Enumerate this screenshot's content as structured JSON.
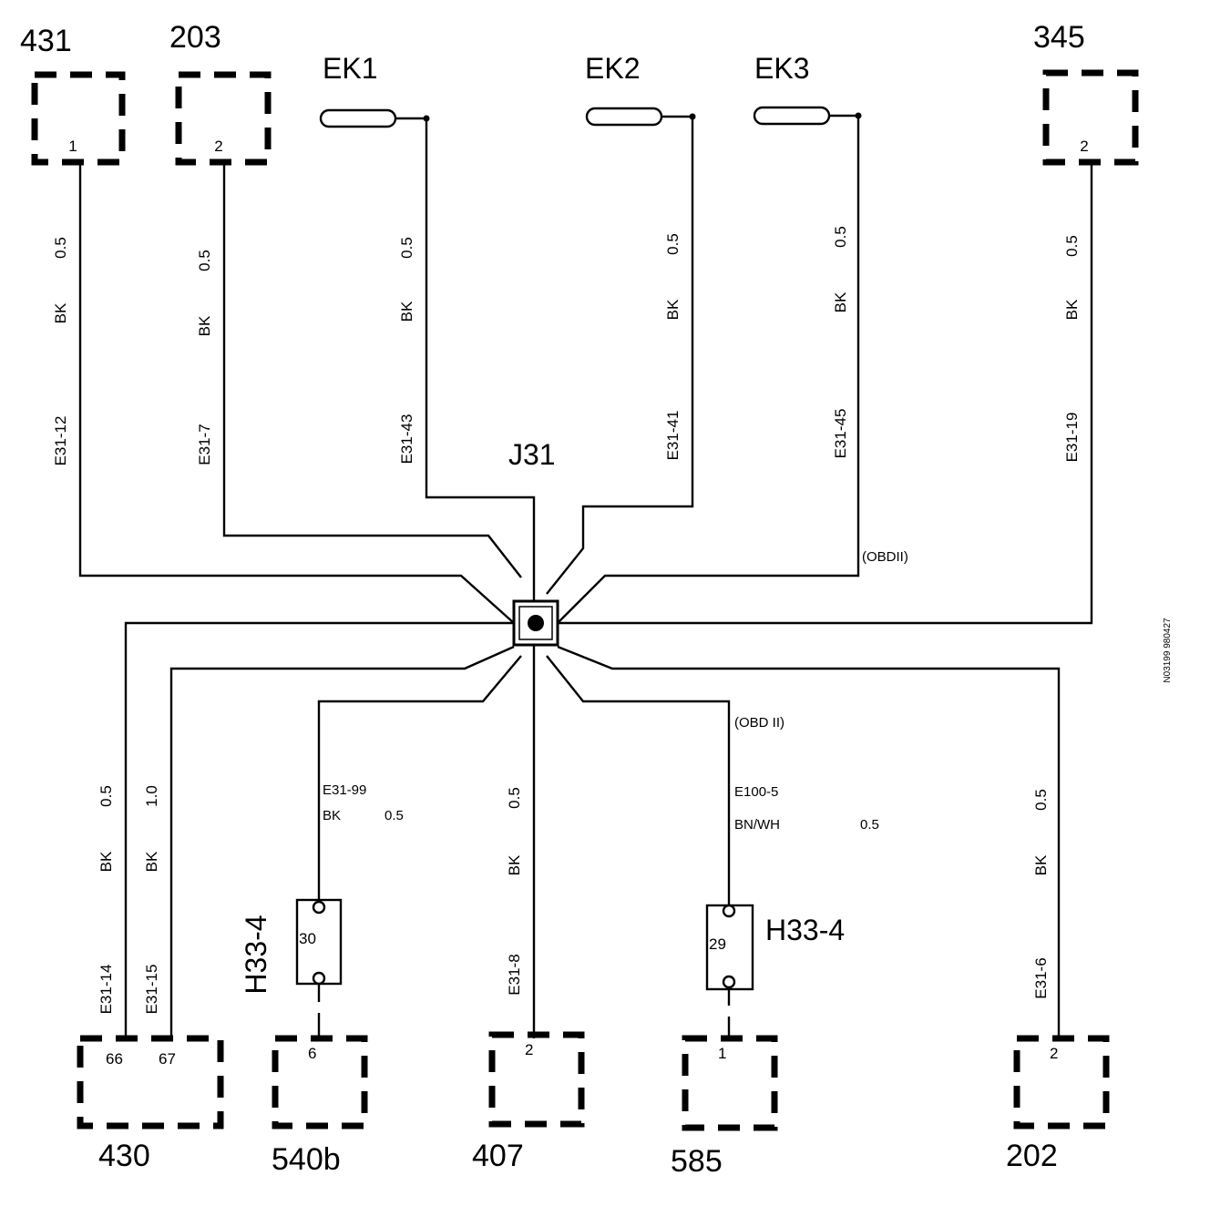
{
  "splice": {
    "label": "J31"
  },
  "components": [
    {
      "id": "431",
      "pin": "1"
    },
    {
      "id": "203",
      "pin": "2"
    },
    {
      "id": "345",
      "pin": "2"
    },
    {
      "id": "430",
      "pins": [
        "66",
        "67"
      ]
    },
    {
      "id": "540b",
      "pin": "6"
    },
    {
      "id": "407",
      "pin": "2"
    },
    {
      "id": "585",
      "pin": "1"
    },
    {
      "id": "202",
      "pin": "2"
    }
  ],
  "grounds": [
    {
      "label": "EK1"
    },
    {
      "label": "EK2"
    },
    {
      "label": "EK3"
    }
  ],
  "wires_top": [
    {
      "size": "0.5",
      "color": "BK",
      "circuit": "E31-12"
    },
    {
      "size": "0.5",
      "color": "BK",
      "circuit": "E31-7"
    },
    {
      "size": "0.5",
      "color": "BK",
      "circuit": "E31-43"
    },
    {
      "size": "0.5",
      "color": "BK",
      "circuit": "E31-41"
    },
    {
      "size": "0.5",
      "color": "BK",
      "circuit": "E31-45"
    },
    {
      "size": "0.5",
      "color": "BK",
      "circuit": "E31-19"
    }
  ],
  "wires_bottom": [
    {
      "size": "0.5",
      "color": "BK",
      "circuit": "E31-14"
    },
    {
      "size": "1.0",
      "color": "BK",
      "circuit": "E31-15"
    },
    {
      "size": "0.5",
      "color": "BK",
      "circuit": "E31-99"
    },
    {
      "size": "0.5",
      "color": "BK",
      "circuit": "E31-8"
    },
    {
      "size": "0.5",
      "color": "BN/WH",
      "circuit": "E100-5"
    },
    {
      "size": "0.5",
      "color": "BK",
      "circuit": "E31-6"
    }
  ],
  "connectors": [
    {
      "label": "H33-4",
      "pin": "30"
    },
    {
      "label": "H33-4",
      "pin": "29"
    }
  ],
  "notes": {
    "obd_top": "(OBDII)",
    "obd_bottom": "(OBD II)",
    "ref": "N03199 980427"
  }
}
